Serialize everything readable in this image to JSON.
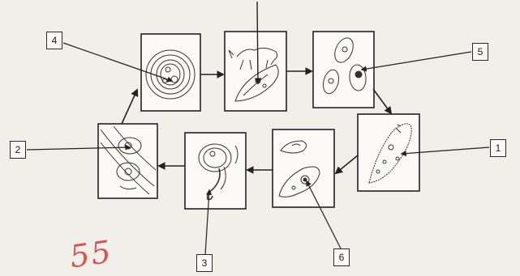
{
  "labels": {
    "l1": "1",
    "l2": "2",
    "l3": "3",
    "l4": "4",
    "l5": "5",
    "l6": "6"
  },
  "handwritten_mark": "55",
  "colors": {
    "ink": "#2a2a2a",
    "paper": "#f1efea",
    "mark": "#d9534f"
  }
}
